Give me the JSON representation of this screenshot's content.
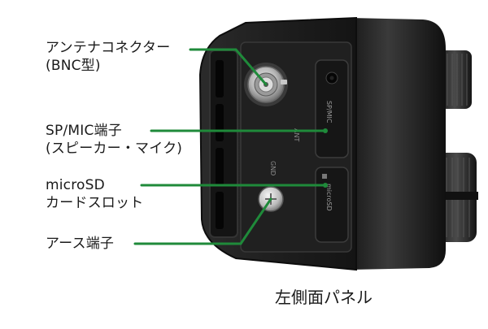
{
  "callouts": [
    {
      "id": "antenna",
      "line1": "アンテナコネクター",
      "line2": "(BNC型)"
    },
    {
      "id": "spmic",
      "line1": "SP/MIC端子",
      "line2": "(スピーカー・マイク)"
    },
    {
      "id": "microsd",
      "line1": "microSD",
      "line2": "カードスロット"
    },
    {
      "id": "ground",
      "line1": "アース端子",
      "line2": ""
    }
  ],
  "device_markings": {
    "spmic_cap": "SP/MIC",
    "microsd_cap": "microSD",
    "ant_mark": "ANT",
    "gnd_mark": "GND"
  },
  "caption": "左側面パネル",
  "colors": {
    "leader_line": "#1f8a3a",
    "body_dark": "#1c1c1c",
    "body_mid": "#2a2a2a",
    "panel": "#242424",
    "text": "#1a1a1a"
  }
}
